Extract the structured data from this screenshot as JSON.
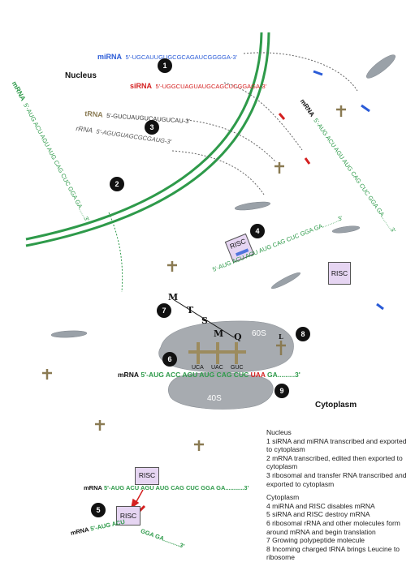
{
  "nucleus_label": "Nucleus",
  "cytoplasm_label": "Cytoplasm",
  "mirna": {
    "tag": "miRNA",
    "seq": "5'-UGCAUUGUGCGCAGAUCGGGGA-3'"
  },
  "sirna": {
    "tag": "siRNA",
    "seq": "5'-UGGCUAGUAUGCAGCUCGGAGA-3'"
  },
  "trna": {
    "tag": "tRNA",
    "seq": "5'-GUCUAUGUCAUGUCAU-3'"
  },
  "rrna": {
    "tag": "rRNA",
    "seq": "5'-AGUGUAGCGCGAUG-3'"
  },
  "nuc_mrna": {
    "tag": "mRNA",
    "seq": "5'-AUG ACU AGU AUG CAG CUC GGA GA......3'"
  },
  "right_mrna": {
    "tag": "mRNA",
    "seq": "5'-AUG ACU AGU AUG CAG CUC GGA GA.........3'"
  },
  "risc_mrna": {
    "seq": "5'-AUG ACU AGU AUG CAG CUC GGA GA..........3'"
  },
  "risc_label": "RISC",
  "ribosome": {
    "large": "60S",
    "small": "40S",
    "anticodons": [
      "UCA",
      "UAC",
      "GUC"
    ],
    "mrna_tag": "mRNA",
    "seq_start": "5'-",
    "codons": [
      {
        "text": "AUG",
        "color": "#2e9a4a"
      },
      {
        "text": "ACC",
        "color": "#2e9a4a"
      },
      {
        "text": "AGU",
        "color": "#2e9a4a"
      },
      {
        "text": "AUG",
        "color": "#2e9a4a"
      },
      {
        "text": "CAG",
        "color": "#2e9a4a"
      },
      {
        "text": "CUC",
        "color": "#2e9a4a"
      },
      {
        "text": "UAA",
        "color": "#d42020"
      },
      {
        "text": "GA.........3'",
        "color": "#2e9a4a"
      }
    ]
  },
  "peptide": [
    "M",
    "T",
    "S",
    "M",
    "Q"
  ],
  "leucine_label": "L",
  "bottom1": {
    "tag": "mRNA",
    "seq": "5'-AUG ACU AGU AUG CAG CUC GGA GA...........3'"
  },
  "bottom2": {
    "tag": "mRNA",
    "seq": "5'-AUG ACU",
    "seq2": "GGA GA..........3'"
  },
  "badges": [
    "1",
    "2",
    "3",
    "4",
    "5",
    "6",
    "7",
    "8",
    "9"
  ],
  "legend": {
    "nucleus_title": "Nucleus",
    "nucleus_items": [
      "1 siRNA and miRNA transcribed and exported to cytoplasm",
      "2 mRNA transcribed, edited then exported to cytoplasm",
      "3 ribosomal and transfer RNA transcribed and exported to cytoplasm"
    ],
    "cytoplasm_title": "Cytoplasm",
    "cytoplasm_items": [
      "4 miRNA and RISC disables mRNA",
      "5 siRNA and RISC destroy mRNA",
      "6 ribosomal rRNA and other molecules form around mRNA and begin translation",
      "7 Growing polypeptide molecule",
      "8 Incoming charged tRNA brings Leucine to ribosome"
    ]
  },
  "colors": {
    "green": "#2e9a4a",
    "red": "#d42020",
    "blue": "#2a5bd7",
    "brown": "#8a7a52",
    "organelle": "#9aa1a8",
    "risc_fill": "#e6d5f2",
    "ribosome": "#a7abb0"
  }
}
